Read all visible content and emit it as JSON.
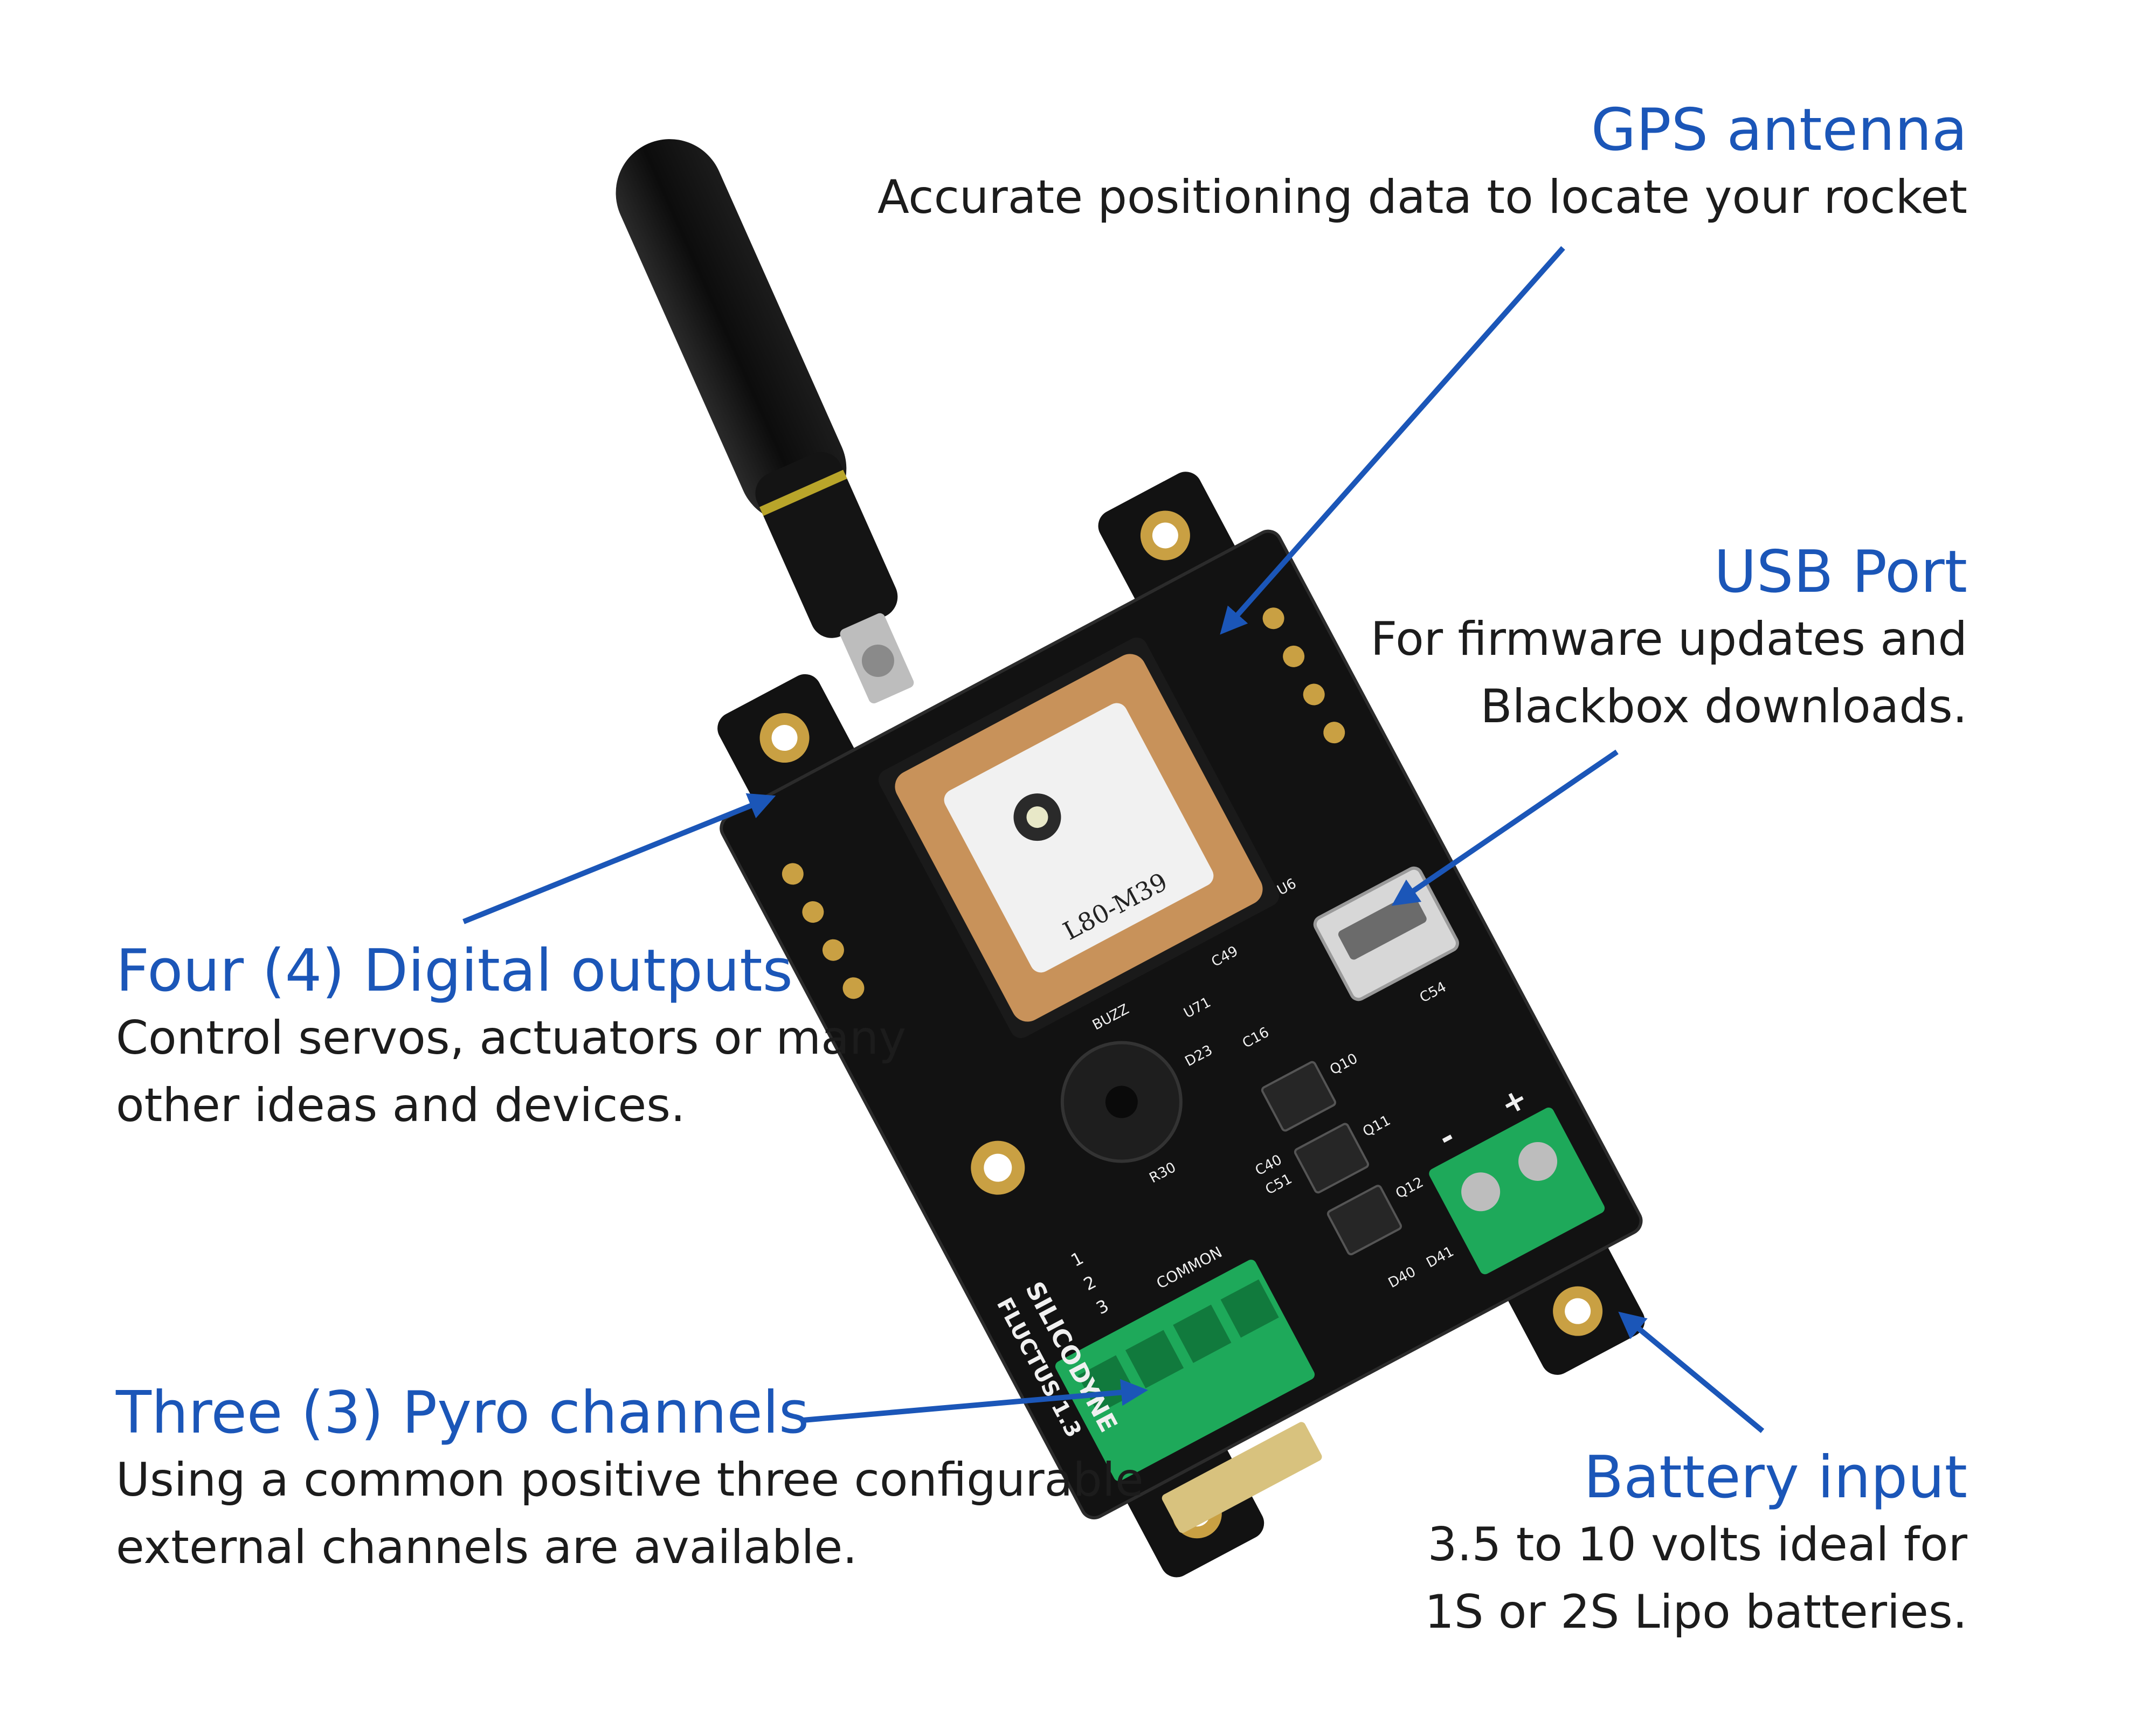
{
  "callouts": {
    "gps": {
      "title": "GPS antenna",
      "lines": [
        "Accurate positioning data to locate your rocket"
      ]
    },
    "usb": {
      "title": "USB Port",
      "lines": [
        "For firmware updates and",
        "Blackbox downloads."
      ]
    },
    "digital": {
      "title": "Four (4) Digital outputs",
      "lines": [
        "Control servos, actuators or many",
        "other ideas and devices."
      ]
    },
    "pyro": {
      "title": "Three (3) Pyro channels",
      "lines": [
        "Using a common positive three configurable",
        "external channels are available."
      ]
    },
    "battery": {
      "title": "Battery input",
      "lines": [
        "3.5 to 10 volts ideal for",
        "1S or 2S Lipo batteries."
      ]
    }
  },
  "board": {
    "gps_module_label": "L80-M39",
    "brand_label": "SILICODYNE",
    "model_label": "FLUCTUS 1.3",
    "pyro_labels": [
      "1",
      "2",
      "3",
      "COMMON"
    ],
    "component_labels": [
      "BUZZ",
      "U6",
      "C49",
      "U71",
      "D23",
      "R30",
      "C16",
      "Q10",
      "Q11",
      "Q12",
      "C54",
      "C40",
      "C51",
      "D40",
      "D41"
    ],
    "polarity_labels": [
      "-",
      "+"
    ]
  },
  "colors": {
    "accent": "#1b56b8",
    "text": "#1c1c1c",
    "pcb": "#121212",
    "gps_patch": "#c8925a",
    "terminal": "#1ea95a",
    "gold": "#c9a043"
  }
}
